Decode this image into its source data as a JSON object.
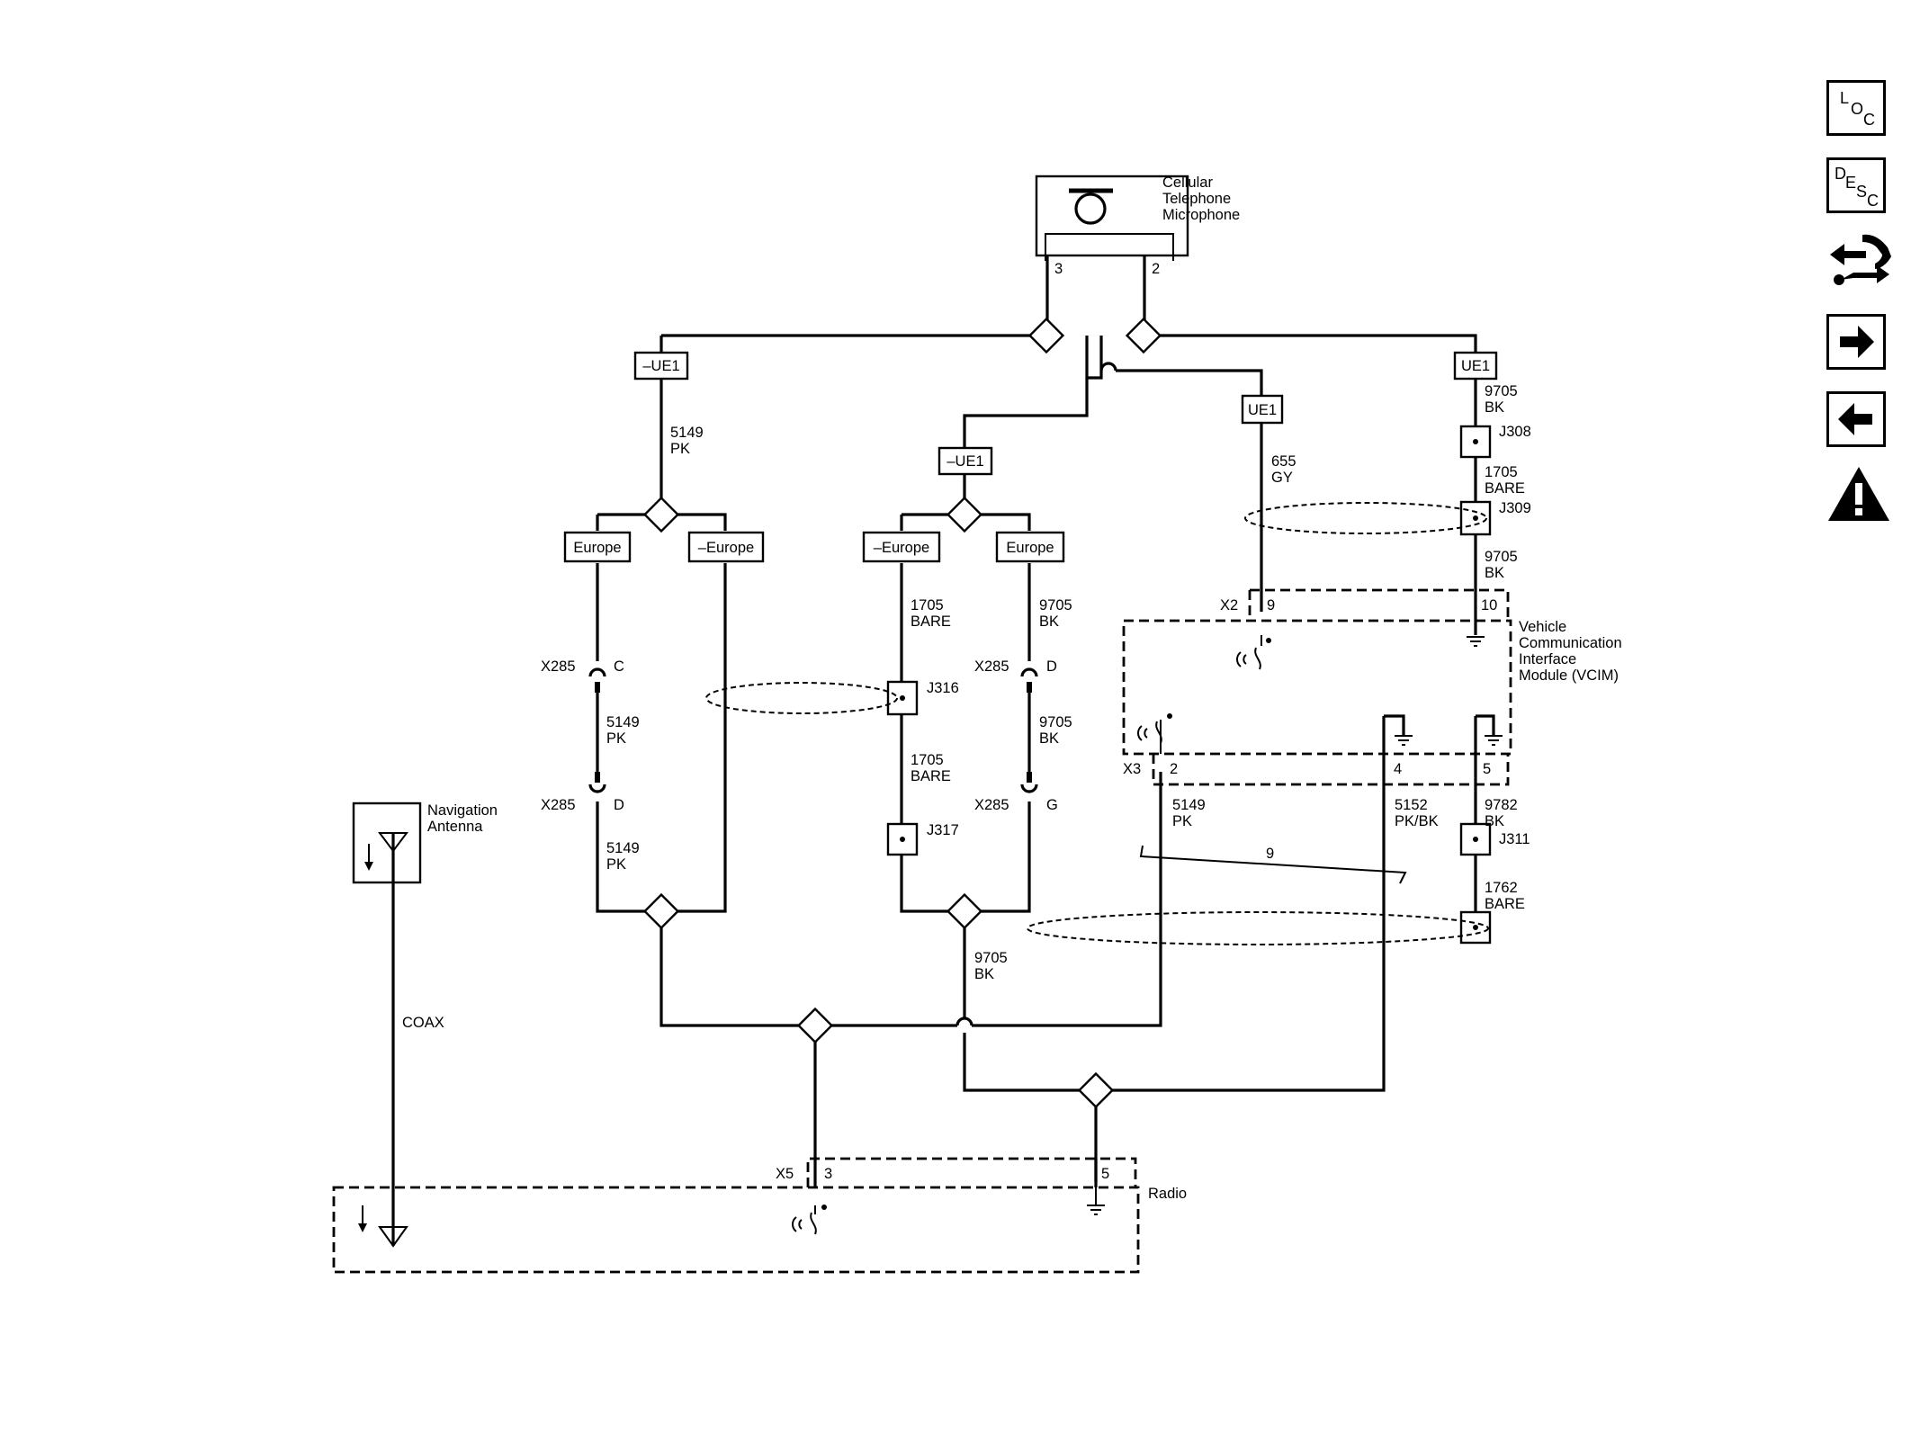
{
  "components": {
    "microphone": "Cellular Telephone Microphone",
    "microphone_lines": [
      "Cellular",
      "Telephone",
      "Microphone"
    ],
    "vcim_lines": [
      "Vehicle",
      "Communication",
      "Interface",
      "Module (VCIM)"
    ],
    "nav_antenna_lines": [
      "Navigation",
      "Antenna"
    ],
    "radio": "Radio"
  },
  "options": {
    "not_ue1": "–UE1",
    "ue1": "UE1",
    "europe": "Europe",
    "not_europe": "–Europe"
  },
  "pins": {
    "mic_3": "3",
    "mic_2": "2",
    "x2_9": "9",
    "x2_10": "10",
    "x3_2": "2",
    "x3_4": "4",
    "x3_5": "5",
    "x5_3": "3",
    "x5_5": "5",
    "x285_c": "C",
    "x285_d": "D",
    "x285_g": "G"
  },
  "connectors": {
    "x2": "X2",
    "x3": "X3",
    "x5": "X5",
    "x285": "X285"
  },
  "splices": {
    "j308": "J308",
    "j309": "J309",
    "j311": "J311",
    "j316": "J316",
    "j317": "J317"
  },
  "wires": {
    "c5149": "5149",
    "c9705": "9705",
    "c1705": "1705",
    "c655": "655",
    "c9782": "9782",
    "c1762": "1762",
    "c5152": "5152",
    "pk": "PK",
    "bk": "BK",
    "bare": "BARE",
    "gy": "GY",
    "pkbk": "PK/BK",
    "coax": "COAX",
    "twist_count": "9"
  },
  "sidebar": {
    "loc": [
      "L",
      "O",
      "C"
    ],
    "desc": [
      "D",
      "E",
      "S",
      "C"
    ],
    "icons": [
      "loc-button",
      "desc-button",
      "connector-icon",
      "next-arrow-icon",
      "back-arrow-icon",
      "warning-icon"
    ]
  }
}
